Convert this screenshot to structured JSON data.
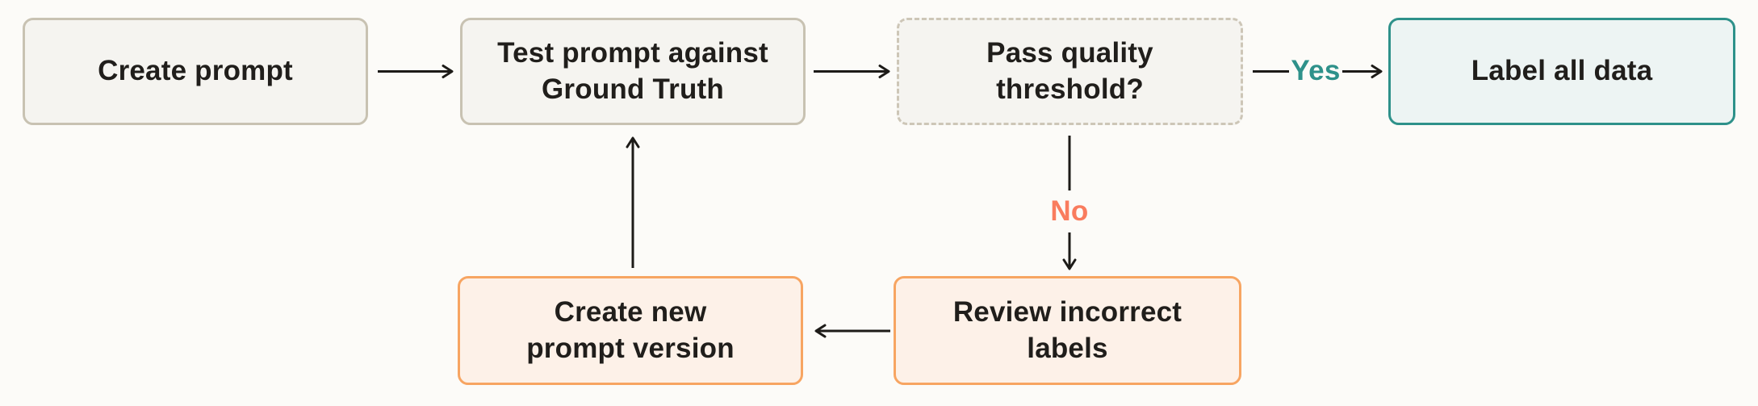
{
  "page": {
    "background": "#fcfbf8"
  },
  "diagram": {
    "type": "flowchart",
    "nodes": [
      {
        "id": "create-prompt",
        "label": "Create prompt",
        "kind": "process"
      },
      {
        "id": "test-prompt",
        "label": "Test prompt against\nGround Truth",
        "kind": "process"
      },
      {
        "id": "pass-quality-threshold",
        "label": "Pass quality\nthreshold?",
        "kind": "decision"
      },
      {
        "id": "label-all-data",
        "label": "Label all data",
        "kind": "end"
      },
      {
        "id": "create-new-prompt-version",
        "label": "Create new\nprompt version",
        "kind": "loop"
      },
      {
        "id": "review-incorrect-labels",
        "label": "Review incorrect\nlabels",
        "kind": "loop"
      }
    ],
    "edges": [
      {
        "from": "create-prompt",
        "to": "test-prompt",
        "label": ""
      },
      {
        "from": "test-prompt",
        "to": "pass-quality-threshold",
        "label": ""
      },
      {
        "from": "pass-quality-threshold",
        "to": "label-all-data",
        "label": "Yes"
      },
      {
        "from": "pass-quality-threshold",
        "to": "review-incorrect-labels",
        "label": "No"
      },
      {
        "from": "review-incorrect-labels",
        "to": "create-new-prompt-version",
        "label": ""
      },
      {
        "from": "create-new-prompt-version",
        "to": "test-prompt",
        "label": ""
      }
    ],
    "colors": {
      "background": "#fcfbf8",
      "process_fill": "#f5f4f0",
      "process_border": "#c8c2b2",
      "decision_fill": "#f5f4f0",
      "decision_border": "#cdc6b7",
      "end_fill": "#edf4f3",
      "end_border": "#2e918a",
      "loop_fill": "#fdf1e8",
      "loop_border": "#f7a562",
      "yes_label": "#2e918a",
      "no_label": "#f97c5e",
      "arrow": "#1d1b18",
      "text": "#201e1b"
    }
  }
}
